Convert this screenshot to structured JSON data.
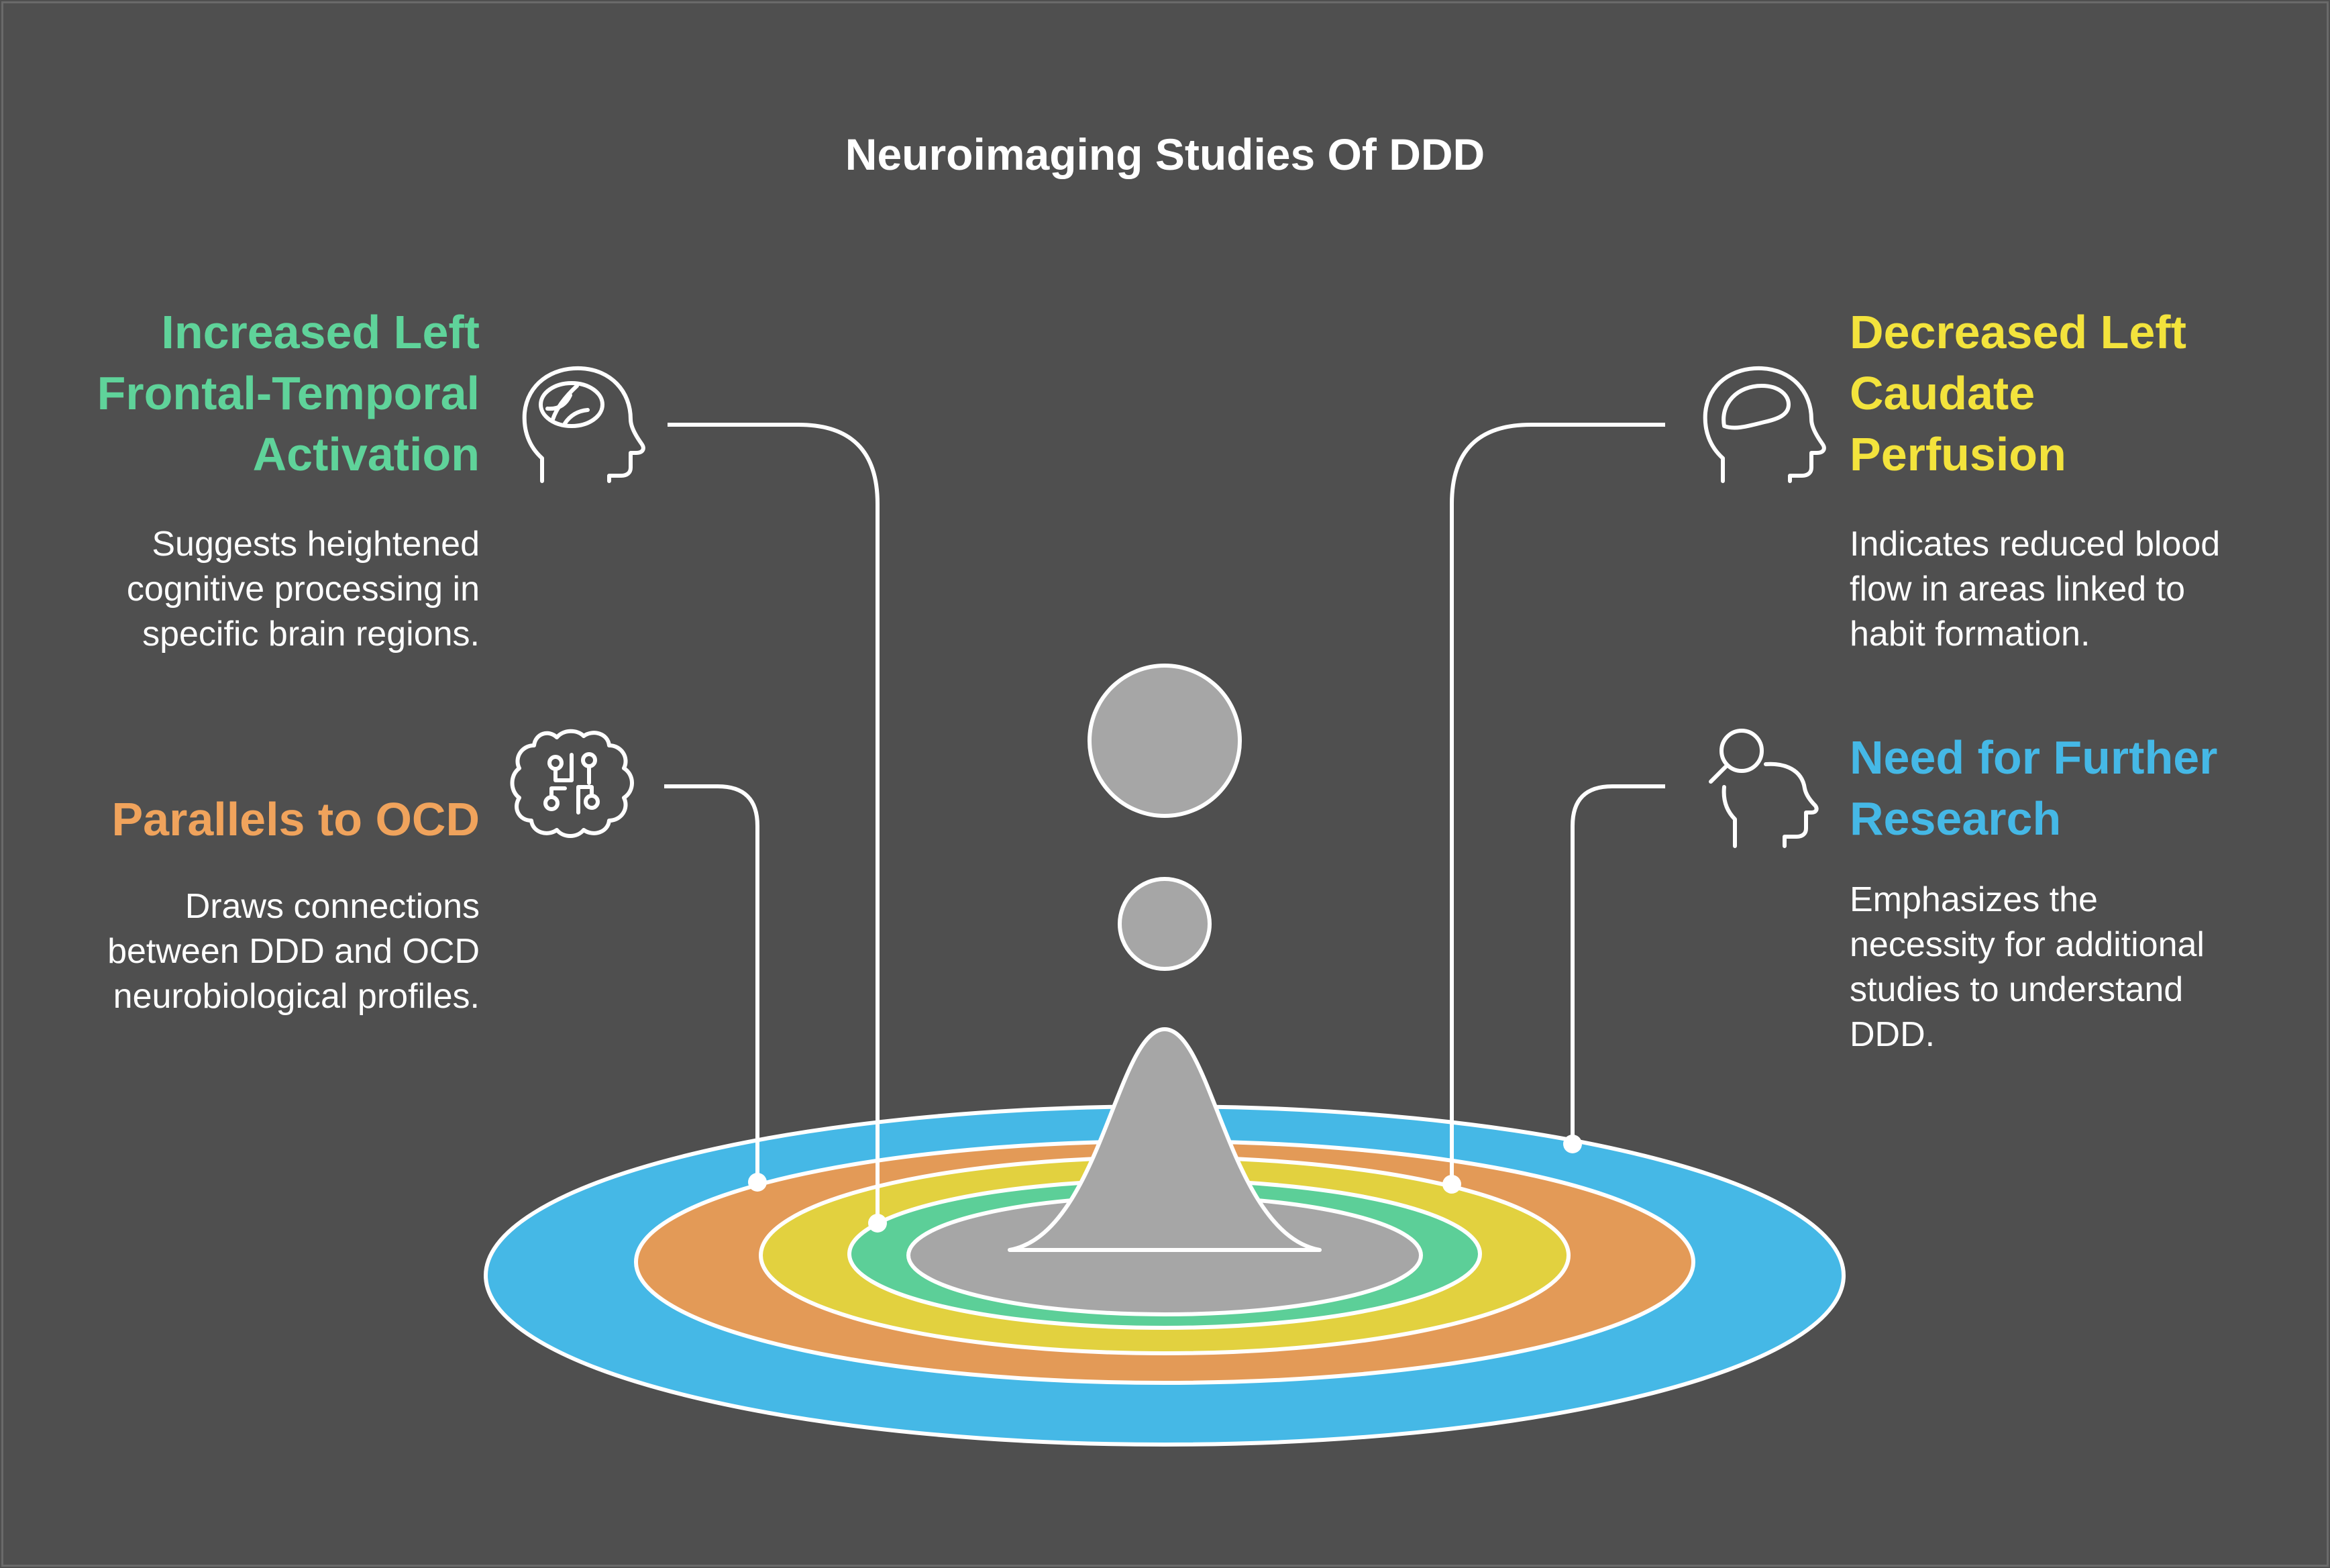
{
  "title": "Neuroimaging Studies Of DDD",
  "colors": {
    "background": "#4f4f4f",
    "green": "#5fd39a",
    "orange": "#f0a35c",
    "yellow": "#f3e33c",
    "blue": "#45b8e6",
    "gray": "#a6a6a6"
  },
  "items": [
    {
      "icon": "head-brain-icon",
      "heading": [
        "Increased Left",
        "Frontal-Temporal",
        "Activation"
      ],
      "description": [
        "Suggests heightened",
        "cognitive processing in",
        "specific brain regions."
      ]
    },
    {
      "icon": "brain-circuit-icon",
      "heading": [
        "Parallels to OCD"
      ],
      "description": [
        "Draws connections",
        "between DDD and OCD",
        "neurobiological profiles."
      ]
    },
    {
      "icon": "head-thought-icon",
      "heading": [
        "Decreased Left",
        "Caudate",
        "Perfusion"
      ],
      "description": [
        "Indicates reduced blood",
        "flow in areas linked to",
        "habit formation."
      ]
    },
    {
      "icon": "head-search-icon",
      "heading": [
        "Need for Further",
        "Research"
      ],
      "description": [
        "Emphasizes the",
        "necessity for additional",
        "studies to understand",
        "DDD."
      ]
    }
  ]
}
